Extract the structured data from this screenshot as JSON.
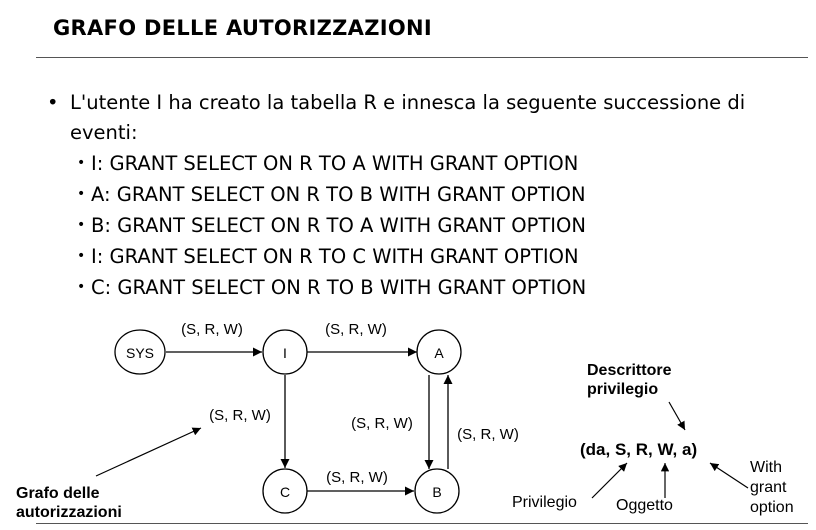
{
  "title": "GRAFO DELLE AUTORIZZAZIONI",
  "intro": {
    "bullet": "•",
    "text": "L'utente I ha creato la tabella R e innesca la seguente successione di eventi:"
  },
  "events": [
    {
      "bullet": "•",
      "text": "I:  GRANT SELECT ON R TO A WITH GRANT OPTION"
    },
    {
      "bullet": "•",
      "text": "A:  GRANT SELECT ON R TO B WITH GRANT OPTION"
    },
    {
      "bullet": "•",
      "text": "B:  GRANT SELECT ON R TO A WITH GRANT OPTION"
    },
    {
      "bullet": "•",
      "text": "I:  GRANT SELECT ON R TO C WITH GRANT OPTION"
    },
    {
      "bullet": "•",
      "text": "C:  GRANT SELECT ON R TO B WITH GRANT OPTION"
    }
  ],
  "graph": {
    "nodes": {
      "sys": "SYS",
      "i": "I",
      "a": "A",
      "b": "B",
      "c": "C"
    },
    "edge_labels": {
      "sys_i": "(S, R, W)",
      "i_a": "(S, R, W)",
      "i_c": "(S, R, W)",
      "a_b": "(S, R, W)",
      "b_a": "(S, R, W)",
      "c_b": "(S, R, W)"
    },
    "graph_label": {
      "line1": "Grafo delle",
      "line2": "autorizzazioni"
    }
  },
  "descriptor": {
    "heading_line1": "Descrittore",
    "heading_line2": "privilegio",
    "tuple": "(da, S, R, W, a)",
    "privilegio": "Privilegio",
    "oggetto": "Oggetto",
    "grant_line1": "With",
    "grant_line2": "grant",
    "grant_line3": "option"
  }
}
